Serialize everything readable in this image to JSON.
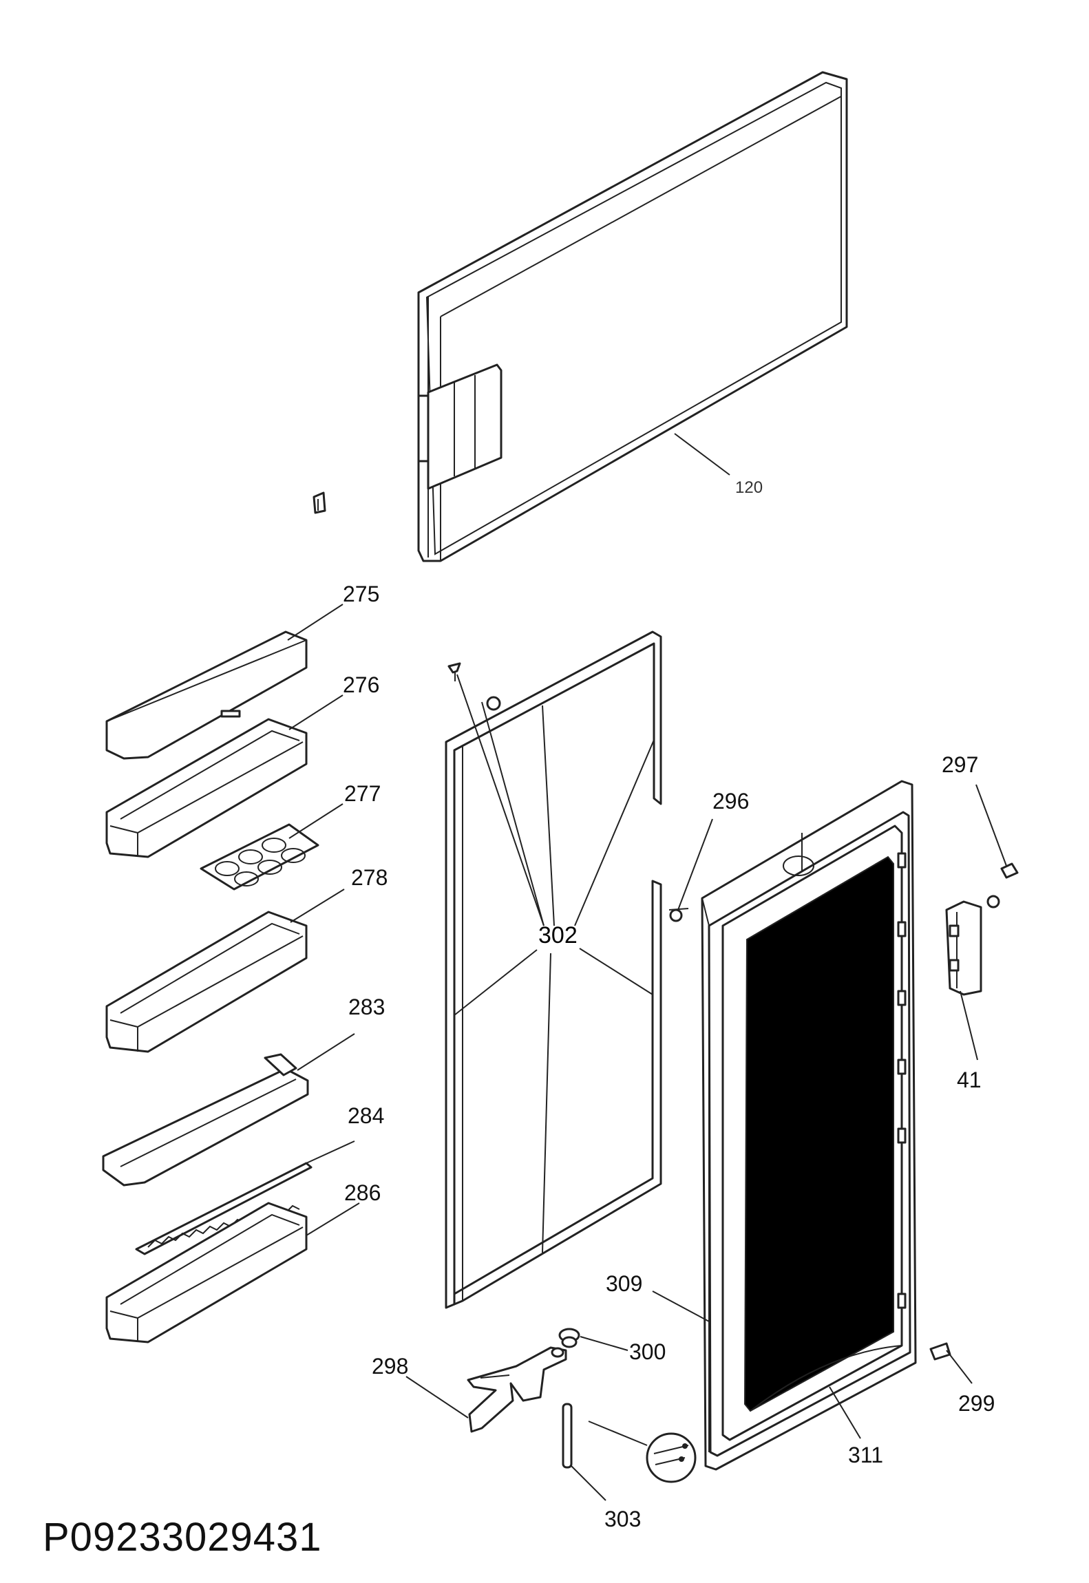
{
  "diagram": {
    "code": "P09233029431",
    "labels": [
      {
        "id": "120",
        "text": "120"
      },
      {
        "id": "275",
        "text": "275"
      },
      {
        "id": "276",
        "text": "276"
      },
      {
        "id": "277",
        "text": "277"
      },
      {
        "id": "278",
        "text": "278"
      },
      {
        "id": "283",
        "text": "283"
      },
      {
        "id": "284",
        "text": "284"
      },
      {
        "id": "286",
        "text": "286"
      },
      {
        "id": "297",
        "text": "297"
      },
      {
        "id": "299",
        "text": "299"
      },
      {
        "id": "302",
        "text": "302"
      },
      {
        "id": "296",
        "text": "296"
      },
      {
        "id": "309",
        "text": "309"
      },
      {
        "id": "41",
        "text": "41"
      },
      {
        "id": "300",
        "text": "300"
      },
      {
        "id": "298",
        "text": "298"
      },
      {
        "id": "311",
        "text": "311"
      },
      {
        "id": "303",
        "text": "303"
      }
    ]
  }
}
